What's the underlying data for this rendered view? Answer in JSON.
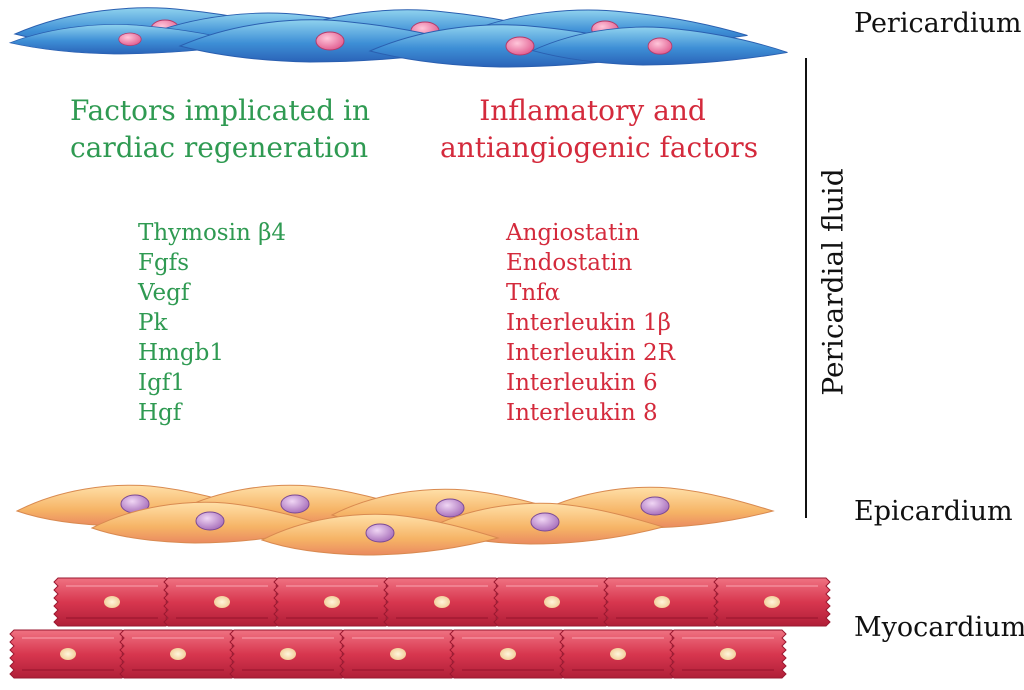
{
  "layers": {
    "pericardium": "Pericardium",
    "epicardium": "Epicardium",
    "myocardium": "Myocardium",
    "pericardial_fluid": "Pericardial fluid"
  },
  "regeneration": {
    "heading_line1": "Factors implicated in",
    "heading_line2": "cardiac regeneration",
    "color": "#2f9a52",
    "items": [
      "Thymosin β4",
      "Fgfs",
      "Vegf",
      "Pk",
      "Hmgb1",
      "Igf1",
      "Hgf"
    ]
  },
  "inflammatory": {
    "heading_line1": "Inflamatory and",
    "heading_line2": "antiangiogenic factors",
    "color": "#d42a3c",
    "items": [
      "Angiostatin",
      "Endostatin",
      "Tnfα",
      "Interleukin 1β",
      "Interleukin 2R",
      "Interleukin 6",
      "Interleukin 8"
    ]
  }
}
